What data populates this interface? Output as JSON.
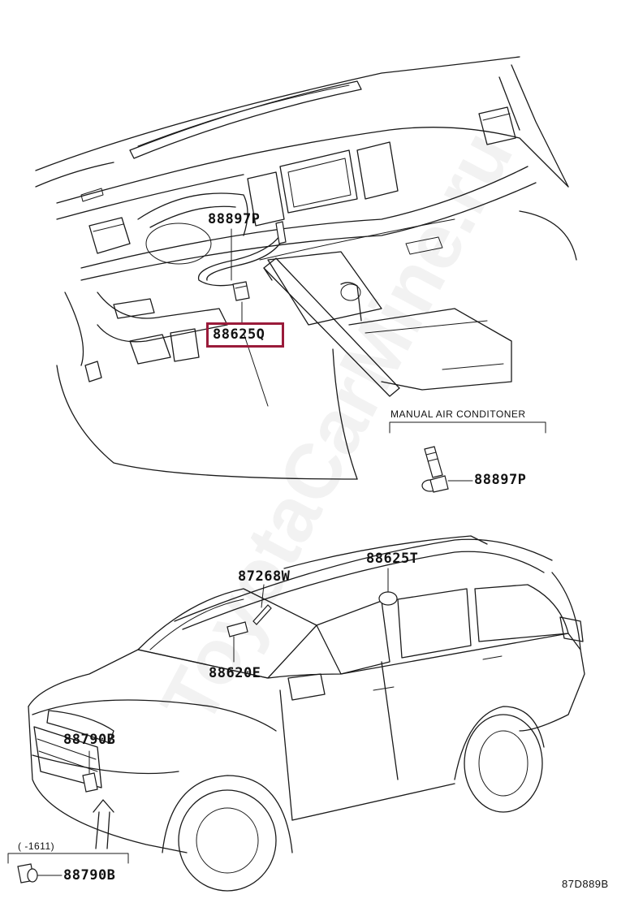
{
  "watermark": "ToyotaCarMine.ru",
  "dash": {
    "label_88897P": "88897P",
    "label_88625Q": "88625Q",
    "highlight_color": "#9a1b3a"
  },
  "inset": {
    "title": "MANUAL AIR CONDITONER",
    "label": "88897P"
  },
  "car": {
    "label_88625T": "88625T",
    "label_87268W": "87268W",
    "label_88620E": "88620E",
    "label_88790B": "88790B"
  },
  "bottom_inset": {
    "range": "(   -1611)",
    "label": "88790B"
  },
  "diagram_code": "87D889B"
}
